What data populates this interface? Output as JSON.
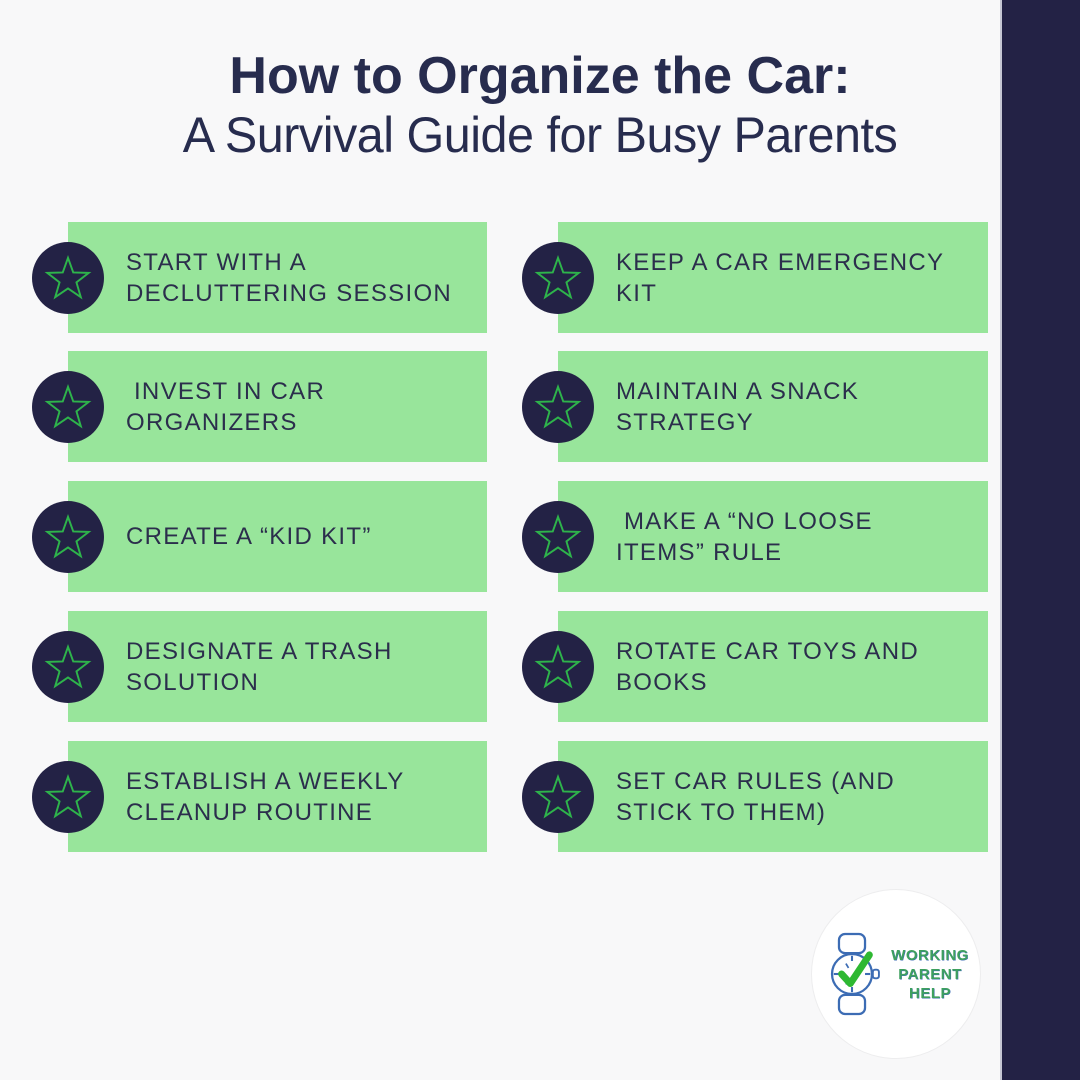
{
  "page": {
    "background_color": "#f8f8f9",
    "card_green": "#98e59b",
    "navy": "#232245",
    "star_green": "#2eb44b",
    "title_color": "#272c4e"
  },
  "title": {
    "line1": "How to Organize the Car:",
    "line2": "A Survival Guide for Busy Parents"
  },
  "items": [
    {
      "label": "START WITH A\nDECLUTTERING SESSION"
    },
    {
      "label": "KEEP A CAR EMERGENCY\nKIT"
    },
    {
      "label": " INVEST IN CAR\nORGANIZERS"
    },
    {
      "label": "MAINTAIN A SNACK\nSTRATEGY"
    },
    {
      "label": "CREATE A “KID KIT”"
    },
    {
      "label": " MAKE A “NO LOOSE\nITEMS” RULE"
    },
    {
      "label": "DESIGNATE A TRASH\nSOLUTION"
    },
    {
      "label": "ROTATE CAR TOYS AND\nBOOKS"
    },
    {
      "label": "ESTABLISH A WEEKLY\nCLEANUP ROUTINE"
    },
    {
      "label": "SET CAR RULES (AND\nSTICK TO THEM)"
    }
  ],
  "logo": {
    "name_lines": [
      "WORKING",
      "PARENT",
      "HELP"
    ],
    "text_color": "#3ea05e",
    "watch_color": "#3c6cb4",
    "check_color": "#2eb832"
  }
}
